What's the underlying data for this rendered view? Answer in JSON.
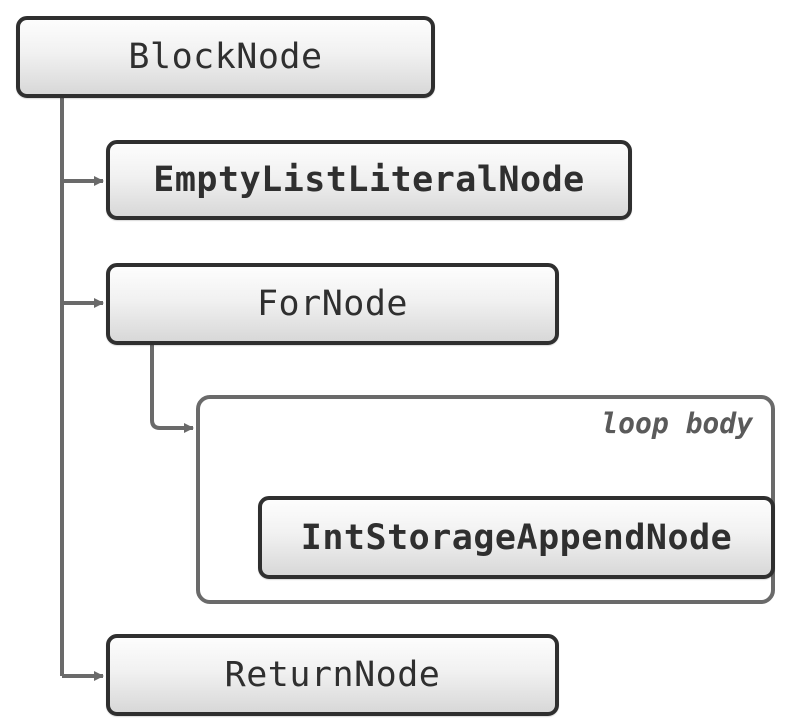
{
  "nodes": {
    "block": "BlockNode",
    "empty_list": "EmptyListLiteralNode",
    "for": "ForNode",
    "int_storage_append": "IntStorageAppendNode",
    "return": "ReturnNode"
  },
  "groups": {
    "loop_body_label": "loop body"
  },
  "colors": {
    "border": "#2f2f2f",
    "connector": "#6a6a6a",
    "label": "#5a5a5a"
  }
}
